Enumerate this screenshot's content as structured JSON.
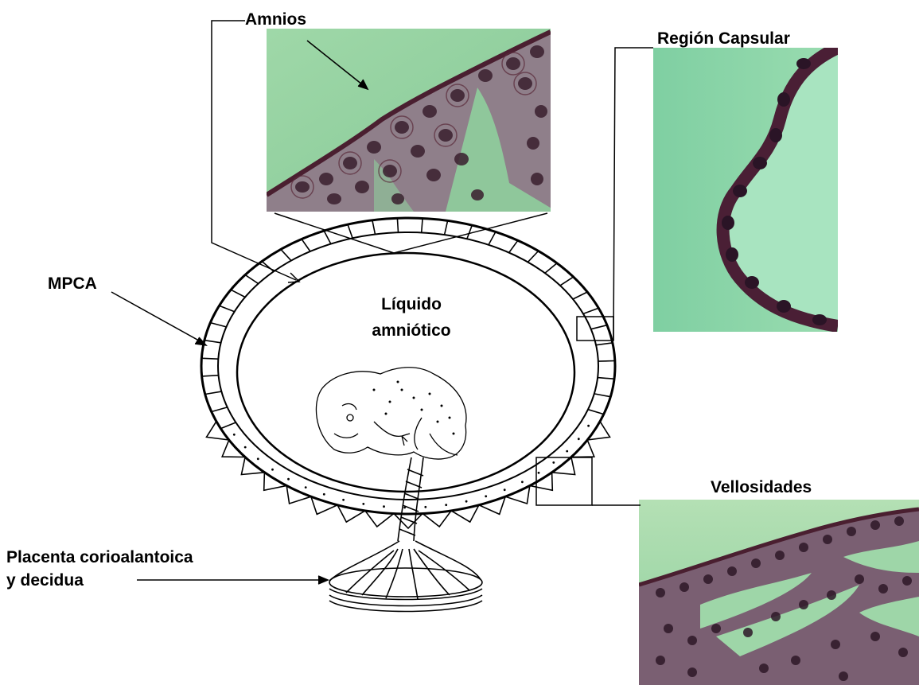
{
  "labels": {
    "amnios": "Amnios",
    "region_capsular": "Región Capsular",
    "mpca": "MPCA",
    "liquido_line1": "Líquido",
    "liquido_line2": "amniótico",
    "vellosidades": "Vellosidades",
    "placenta_line1": "Placenta corioalantoica",
    "placenta_line2": "y decidua"
  },
  "colors": {
    "tissue_background": "#8fcf9c",
    "cell_membrane": "#5a2a3a",
    "nucleus": "#2e1a2e",
    "line": "#000000"
  },
  "figures": {
    "amnios_micrograph": "amnios-micrograph",
    "capsular_micrograph": "region-capsular-micrograph",
    "villi_micrograph": "vellosidades-micrograph",
    "sac_diagram": "membrane-sac-diagram",
    "fetus": "fetus-drawing"
  }
}
